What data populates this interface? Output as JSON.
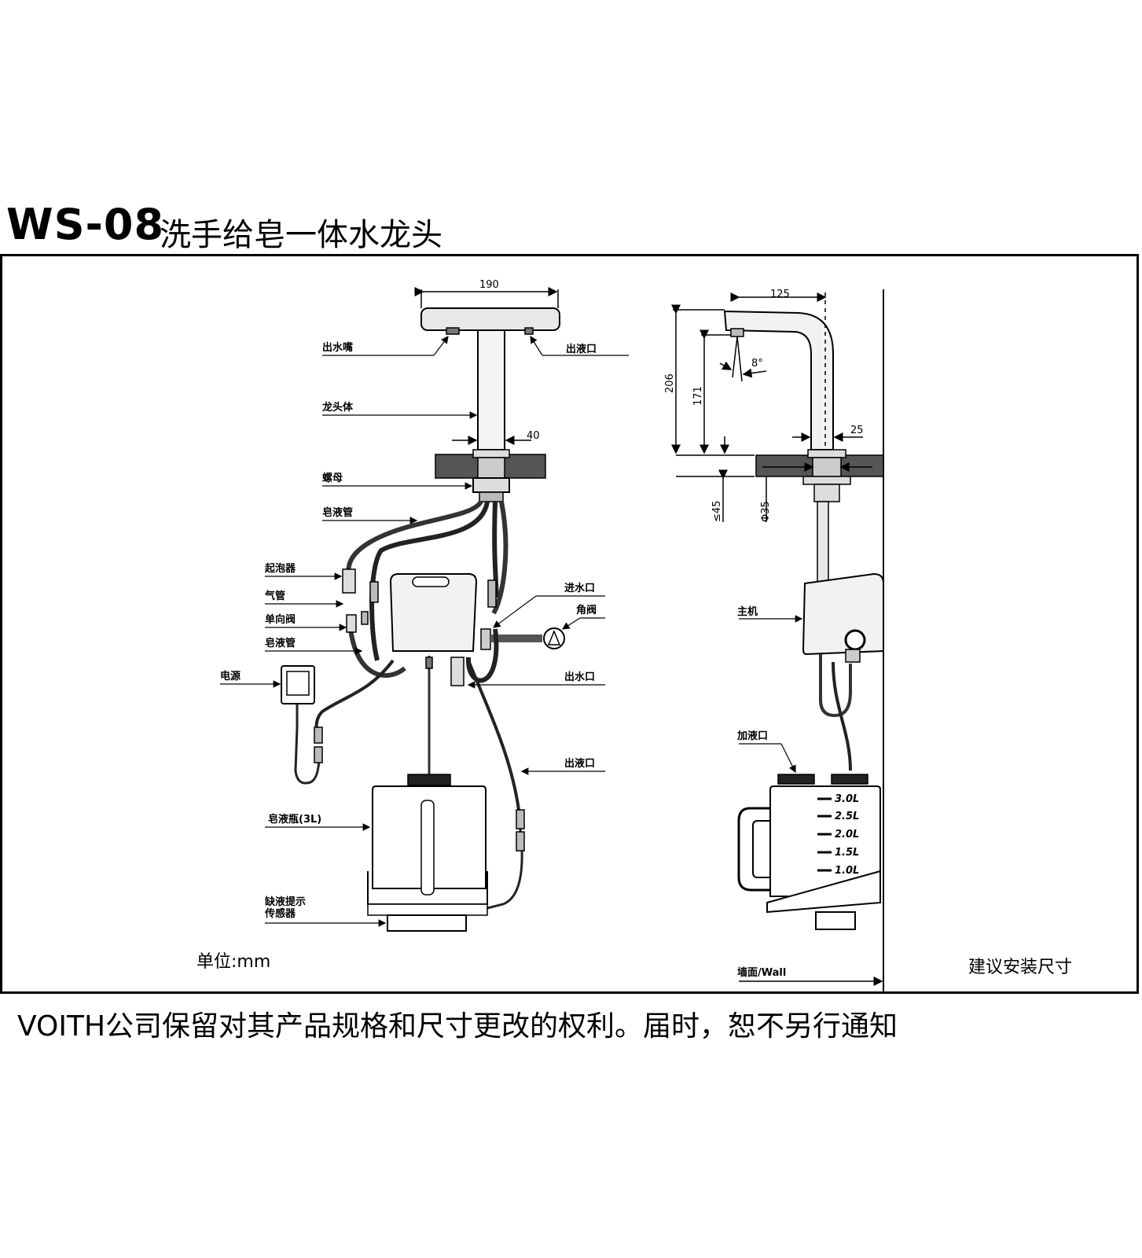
{
  "header": {
    "model": "WS-08",
    "name": "洗手给皂一体水龙头"
  },
  "front_view": {
    "dims": {
      "width": "190",
      "body_dia": "40"
    },
    "labels": {
      "spout_water": "出水嘴",
      "spout_soap": "出液口",
      "body": "龙头体",
      "nut": "螺母",
      "soap_tube_top": "皂液管",
      "foamer": "起泡器",
      "air_tube": "气管",
      "check_valve": "单向阀",
      "soap_tube": "皂液管",
      "power": "电源",
      "inlet": "进水口",
      "angle_valve": "角阀",
      "outlet_water": "出水口",
      "outlet_soap": "出液口",
      "soap_bottle": "皂液瓶(3L)",
      "sensor_line1": "缺液提示",
      "sensor_line2": "传感器"
    },
    "unit": "单位:mm"
  },
  "side_view": {
    "dims": {
      "reach": "125",
      "height": "206",
      "spout_height": "171",
      "angle": "8°",
      "wall_gap": "25",
      "deck_max": "≤45",
      "hole": "Φ35"
    },
    "labels": {
      "main_unit": "主机",
      "fill_port": "加液口",
      "wall": "墙面/Wall"
    },
    "scale": [
      "3.0L",
      "2.5L",
      "2.0L",
      "1.5L",
      "1.0L"
    ],
    "caption": "建议安装尺寸"
  },
  "footer": {
    "notice": "VOITH公司保留对其产品规格和尺寸更改的权利。届时，恕不另行通知"
  }
}
